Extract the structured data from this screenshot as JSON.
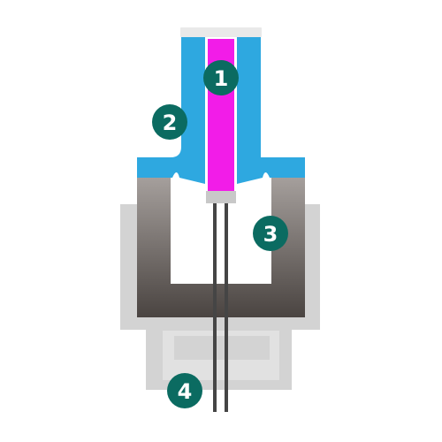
{
  "diagram": {
    "colors": {
      "background": "#ffffff",
      "outline_gray": "#d3d3d3",
      "light_panel": "#e1e1e1",
      "blue": "#2ea8e0",
      "magenta": "#f21ce8",
      "cap": "#e9e9e9",
      "connector": "#c8c8c8",
      "wire": "#454545",
      "base_top": "#a59f9c",
      "base_bottom": "#4a4441",
      "badge": "#0b6b61",
      "badge_text": "#ffffff"
    },
    "callouts": [
      {
        "id": "1",
        "label": "1"
      },
      {
        "id": "2",
        "label": "2"
      },
      {
        "id": "3",
        "label": "3"
      },
      {
        "id": "4",
        "label": "4"
      }
    ]
  }
}
